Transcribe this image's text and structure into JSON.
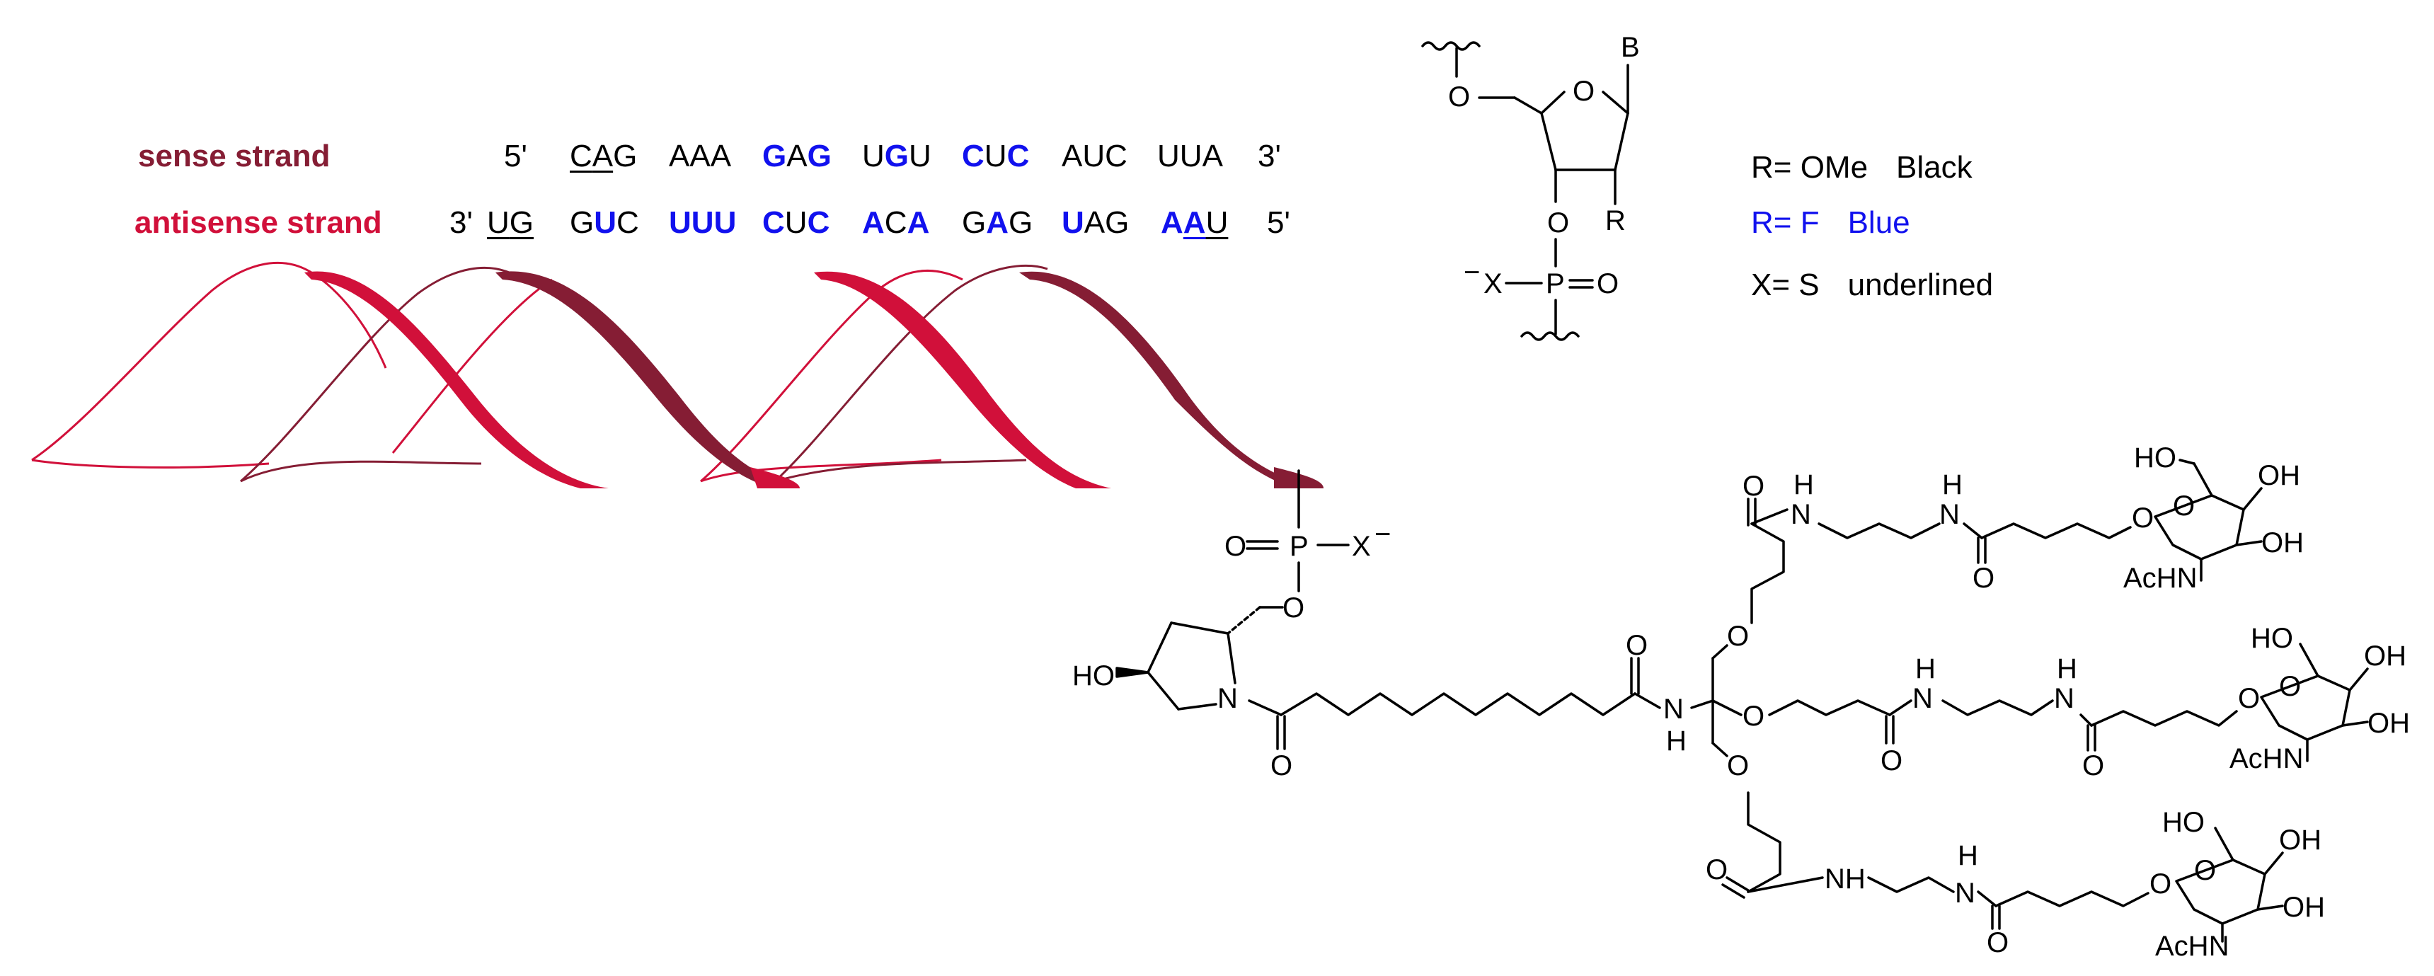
{
  "colors": {
    "sense": "#851d34",
    "antisense": "#d1103a",
    "fluoro": "#1111ee",
    "text": "#000000"
  },
  "strands": {
    "sense": {
      "label": "sense strand",
      "start": "5'",
      "end": "3'",
      "codons": [
        [
          {
            "c": "C",
            "u": true
          },
          {
            "c": "A",
            "u": true
          },
          {
            "c": "G"
          }
        ],
        [
          {
            "c": "A"
          },
          {
            "c": "A"
          },
          {
            "c": "A"
          }
        ],
        [
          {
            "c": "G",
            "b": true
          },
          {
            "c": "A"
          },
          {
            "c": "G",
            "b": true
          }
        ],
        [
          {
            "c": "U"
          },
          {
            "c": "G",
            "b": true
          },
          {
            "c": "U"
          }
        ],
        [
          {
            "c": "C",
            "b": true
          },
          {
            "c": "U"
          },
          {
            "c": "C",
            "b": true
          }
        ],
        [
          {
            "c": "A"
          },
          {
            "c": "U"
          },
          {
            "c": "C"
          }
        ],
        [
          {
            "c": "U"
          },
          {
            "c": "U"
          },
          {
            "c": "A"
          }
        ]
      ]
    },
    "antisense": {
      "label": "antisense strand",
      "start": "3'",
      "end": "5'",
      "codons": [
        [
          {
            "c": "U",
            "u": true
          },
          {
            "c": "G",
            "u": true
          }
        ],
        [
          {
            "c": "G"
          },
          {
            "c": "U",
            "b": true
          },
          {
            "c": "C"
          }
        ],
        [
          {
            "c": "U",
            "b": true
          },
          {
            "c": "U",
            "b": true
          },
          {
            "c": "U",
            "b": true
          }
        ],
        [
          {
            "c": "C",
            "b": true
          },
          {
            "c": "U"
          },
          {
            "c": "C",
            "b": true
          }
        ],
        [
          {
            "c": "A",
            "b": true
          },
          {
            "c": "C"
          },
          {
            "c": "A",
            "b": true
          }
        ],
        [
          {
            "c": "G"
          },
          {
            "c": "A",
            "b": true
          },
          {
            "c": "G"
          }
        ],
        [
          {
            "c": "U",
            "b": true
          },
          {
            "c": "A"
          },
          {
            "c": "G"
          }
        ],
        [
          {
            "c": "A",
            "b": true
          },
          {
            "c": "A",
            "b": true,
            "u": true
          },
          {
            "c": "U",
            "u": true
          }
        ]
      ]
    }
  },
  "legend": {
    "r_ome": {
      "lhs": "R= OMe",
      "rhs": "Black"
    },
    "r_f": {
      "lhs": "R= F",
      "rhs": "Blue"
    },
    "x_s": {
      "lhs": "X= S",
      "rhs": "underlined"
    }
  },
  "nucleotide": {
    "base": "B",
    "r": "R",
    "o_ring": "O",
    "o5": "O",
    "o3": "O",
    "p": "P",
    "o_dbl": "O",
    "x": "X",
    "minus": "−"
  },
  "conjugate": {
    "ho": "HO",
    "n_pyrrolidine": "N",
    "o_carbonyl": "O",
    "p": "P",
    "o_dbl": "O",
    "x": "X",
    "minus": "−",
    "o_link": "O",
    "nh": "N",
    "h": "H",
    "amide_o": "O",
    "ether_o": "O",
    "n": "N",
    "nh_text": "NH",
    "oh": "OH",
    "ho_sugar": "HO",
    "achn": "AcHN"
  }
}
